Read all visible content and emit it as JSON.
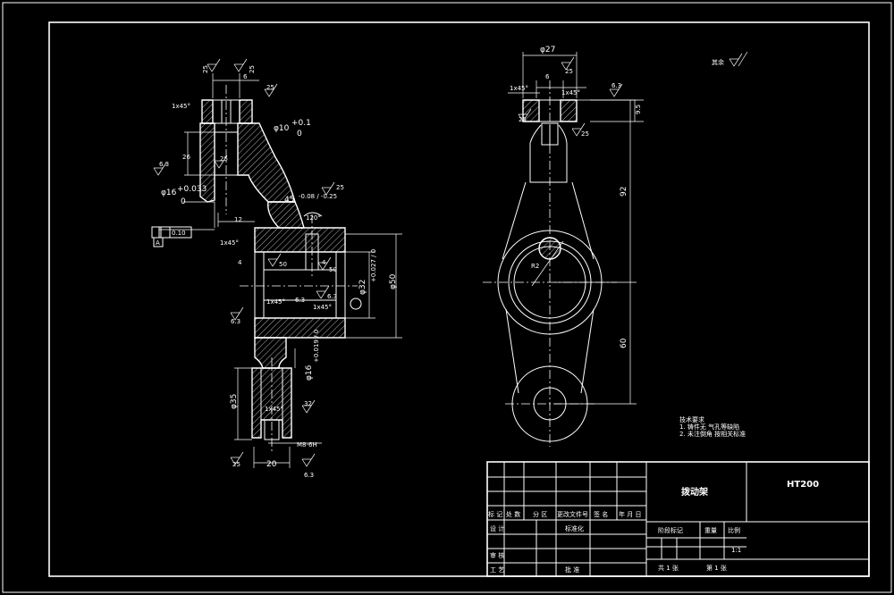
{
  "front_view": {
    "dims": {
      "ra_top_left": "25",
      "ra_top_right": "25",
      "dim_6": "6",
      "chamfer_top": "1x45°",
      "ra_right_top": "25",
      "phi10": "φ10",
      "phi10_tol_upper": "+0.1",
      "phi10_tol_lower": "0",
      "dim_26": "26",
      "ra_left": "6.3",
      "phi16": "φ16",
      "phi16_tol_upper": "+0.033",
      "phi16_tol_lower": "0",
      "ra_mid": "25",
      "dim_45": "45",
      "tol_45": "-0.08 / -0.25",
      "ra_right_mid": "25",
      "dim_12": "12",
      "angle_120": "120°",
      "datum_a": "A",
      "tolerance_frame": "0.10",
      "chamfer_mid": "1x45°",
      "dim_4a": "4",
      "dim_4b": "4",
      "ra_inner_a": "50",
      "ra_inner_b": "50",
      "chamfer_bottom_left": "1x45°",
      "ra_63": "6.3",
      "ra_63b": "6.3",
      "chamfer_bottom_right": "1x45°",
      "phi32": "φ32",
      "phi32_tol": "+0.027 / 0",
      "phi50": "φ50",
      "ra_side": "6.3",
      "phi16b": "φ16",
      "phi16b_tol": "+0.019 / 0",
      "phi35": "φ35",
      "chamfer_lower": "1x45°",
      "ra_32": "32",
      "thread": "M8-6H",
      "ra_bottom": "25",
      "dim_20": "20",
      "ra_bottom_right": "6.3"
    }
  },
  "side_view": {
    "dims": {
      "phi27": "φ27",
      "ra_top": "25",
      "chamfer_left": "1x45°",
      "dim_6": "6",
      "chamfer_right": "1x45°",
      "ra_right": "6.3",
      "ra_left_slot": "25",
      "dim_95": "9.5",
      "ra_right_slot": "25",
      "dim_92": "92",
      "r2": "R2",
      "dim_60": "60"
    }
  },
  "surface_finish_note": "其余",
  "tech_requirements": {
    "title": "技术要求",
    "line1": "1. 铸件无 气孔等缺陷",
    "line2": "2. 未注倒角 按相关标准"
  },
  "title_block": {
    "part_name": "拨动架",
    "material": "HT200",
    "headers": [
      "标 记",
      "处 数",
      "分 区",
      "更改文件号",
      "签 名",
      "年 月 日"
    ],
    "design_label": "设 计",
    "standardize_label": "标准化",
    "review_label": "审 核",
    "process_label": "工 艺",
    "approve_label": "批 准",
    "stage_mark_label": "阶段标记",
    "weight_label": "重量",
    "scale_label": "比例",
    "scale_value": "1:1",
    "sheet_total": "共 1 张",
    "sheet_num": "第 1 张"
  }
}
